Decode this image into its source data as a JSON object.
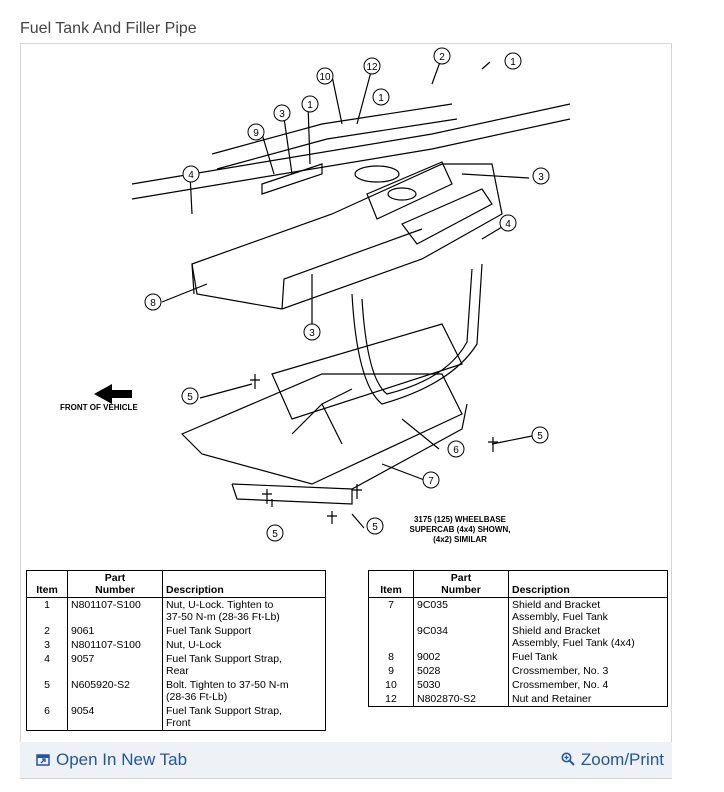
{
  "page": {
    "title": "Fuel Tank And Filler Pipe"
  },
  "diagram": {
    "callouts": [
      "1",
      "2",
      "3",
      "4",
      "5",
      "6",
      "7",
      "8",
      "9",
      "10",
      "12"
    ],
    "front_label": "FRONT OF VEHICLE",
    "note_lines": [
      "3175 (125) WHEELBASE",
      "SUPERCAB (4x4) SHOWN,",
      "(4x2) SIMILAR"
    ]
  },
  "table_headers": {
    "item": "Item",
    "part_line1": "Part",
    "part_line2": "Number",
    "description": "Description"
  },
  "table_left": [
    {
      "item": "1",
      "part": "N801107-S100",
      "desc": [
        "Nut, U-Lock. Tighten to",
        "37-50 N-m (28-36 Ft-Lb)"
      ]
    },
    {
      "item": "2",
      "part": "9061",
      "desc": [
        "Fuel Tank Support"
      ]
    },
    {
      "item": "3",
      "part": "N801107-S100",
      "desc": [
        "Nut, U-Lock"
      ]
    },
    {
      "item": "4",
      "part": "9057",
      "desc": [
        "Fuel Tank Support Strap,",
        "Rear"
      ]
    },
    {
      "item": "5",
      "part": "N605920-S2",
      "desc": [
        "Bolt. Tighten to 37-50 N-m",
        "(28-36 Ft-Lb)"
      ]
    },
    {
      "item": "6",
      "part": "9054",
      "desc": [
        "Fuel Tank Support Strap,",
        "Front"
      ]
    }
  ],
  "table_right": [
    {
      "item": "7",
      "part": "9C035",
      "desc": [
        "Shield and Bracket",
        "Assembly, Fuel Tank"
      ]
    },
    {
      "item": "",
      "part": "9C034",
      "desc": [
        "Shield and Bracket",
        "Assembly, Fuel Tank (4x4)"
      ]
    },
    {
      "item": "8",
      "part": "9002",
      "desc": [
        "Fuel Tank"
      ]
    },
    {
      "item": "9",
      "part": "5028",
      "desc": [
        "Crossmember, No. 3"
      ]
    },
    {
      "item": "10",
      "part": "5030",
      "desc": [
        "Crossmember, No. 4"
      ]
    },
    {
      "item": "12",
      "part": "N802870-S2",
      "desc": [
        "Nut and Retainer"
      ]
    }
  ],
  "footer": {
    "open_tab": "Open In New Tab",
    "zoom_print": "Zoom/Print"
  }
}
